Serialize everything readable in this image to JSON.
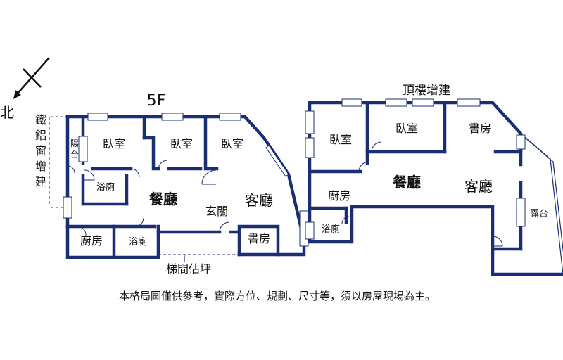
{
  "compass": {
    "north_label": "北"
  },
  "floor_5f": {
    "title": "5F",
    "side_note": "鐵鋁窗增建",
    "rooms": {
      "balcony": "陽台",
      "bedroom_1": "臥室",
      "bedroom_2": "臥室",
      "bedroom_3": "臥室",
      "bathroom_1": "浴廁",
      "dining": "餐廳",
      "living": "客廳",
      "entrance": "玄關",
      "kitchen": "廚房",
      "bathroom_2": "浴廁",
      "study": "書房"
    },
    "stair_note": "梯間佔坪"
  },
  "roof_floor": {
    "title": "頂樓增建",
    "rooms": {
      "bedroom_1": "臥室",
      "bedroom_2": "臥室",
      "study": "書房",
      "dining": "餐廳",
      "living": "客廳",
      "kitchen": "廚房",
      "bathroom": "浴廁",
      "terrace": "露台"
    }
  },
  "disclaimer": "本格局圖僅供參考，實際方位、規劃、尺寸等，須以房屋現場為主。"
}
